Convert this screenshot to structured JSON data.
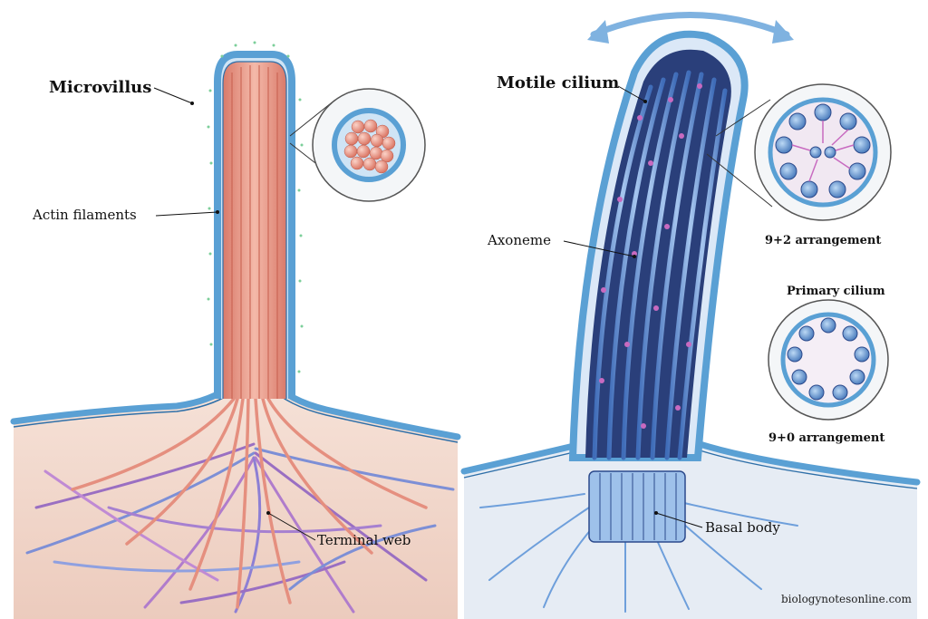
{
  "labels": {
    "microvillus": "Microvillus",
    "actin_filaments": "Actin filaments",
    "terminal_web": "Terminal web",
    "motile_cilium": "Motile cilium",
    "axoneme": "Axoneme",
    "arrangement_9_2": "9+2 arrangement",
    "primary_cilium": "Primary cilium",
    "arrangement_9_0": "9+0 arrangement",
    "basal_body": "Basal body"
  },
  "credit": "biologynotesonline.com",
  "colors": {
    "membrane": "#5aa0d4",
    "membrane_dark": "#2e6fa8",
    "actin": "#e58f7f",
    "actin_light": "#f4b9a9",
    "web_purple": "#9a6fc2",
    "web_blue": "#7d8fd6",
    "cilium_blue": "#6e9fdb",
    "cilium_dark": "#2c4a8c",
    "dynein_pink": "#c86ac0",
    "tissue_left": "#f1d5c6",
    "tissue_right": "#e6ecf4",
    "motion_arrow": "#7fb2e0"
  }
}
